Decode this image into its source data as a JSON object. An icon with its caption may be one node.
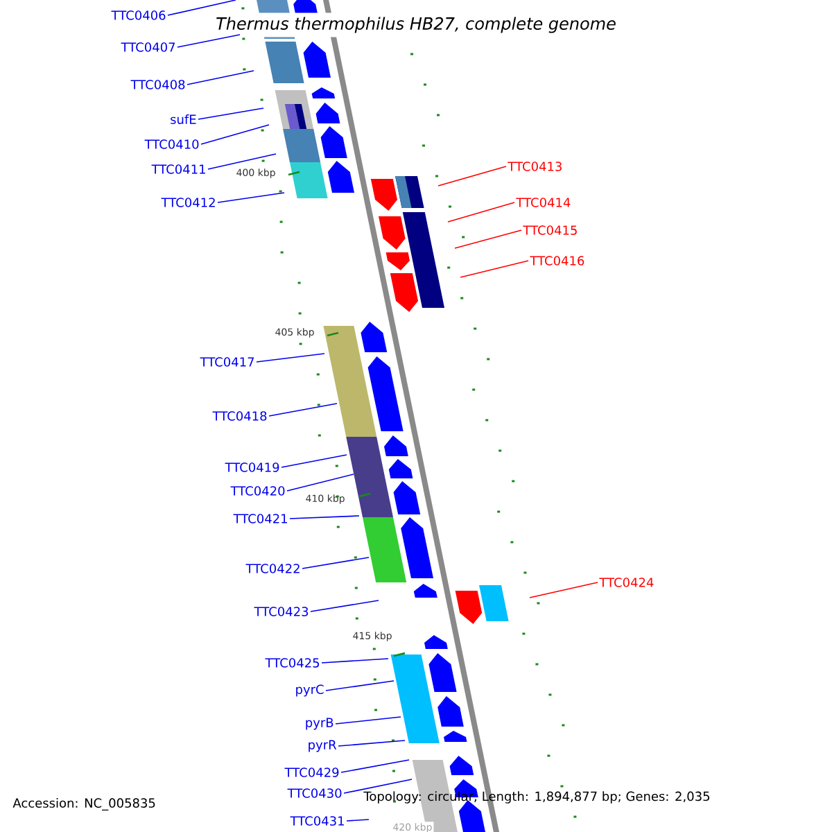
{
  "diagram": {
    "title": "Thermus thermophilus HB27, complete genome",
    "nodes": [
      {
        "text": [
          "TTC0406"
        ]
      },
      {
        "text": [
          "TTC0407"
        ]
      },
      {
        "text": [
          "TTC0408"
        ]
      },
      {
        "text": [
          "sufE"
        ]
      },
      {
        "text": [
          "TTC0410"
        ]
      },
      {
        "text": [
          "TTC0411"
        ]
      },
      {
        "text": [
          "TTC0412"
        ]
      },
      {
        "text": [
          "TTC0413"
        ]
      },
      {
        "text": [
          "TTC0414"
        ]
      },
      {
        "text": [
          "TTC0415"
        ]
      },
      {
        "text": [
          "TTC0416"
        ]
      },
      {
        "text": [
          "TTC0417"
        ]
      },
      {
        "text": [
          "TTC0418"
        ]
      },
      {
        "text": [
          "TTC0419"
        ]
      },
      {
        "text": [
          "TTC0420"
        ]
      },
      {
        "text": [
          "TTC0421"
        ]
      },
      {
        "text": [
          "TTC0422"
        ]
      },
      {
        "text": [
          "TTC0423"
        ]
      },
      {
        "text": [
          "TTC0424"
        ]
      },
      {
        "text": [
          "TTC0425"
        ]
      },
      {
        "text": [
          "pyrC"
        ]
      },
      {
        "text": [
          "pyrB"
        ]
      },
      {
        "text": [
          "pyrR"
        ]
      },
      {
        "text": [
          "TTC0429"
        ]
      },
      {
        "text": [
          "TTC0430"
        ]
      },
      {
        "text": [
          "TTC0431"
        ]
      }
    ],
    "edges": [
      {
        "from": 0,
        "to": null,
        "arrow": "none"
      },
      {
        "from": 1,
        "to": null,
        "arrow": "none"
      },
      {
        "from": 2,
        "to": null,
        "arrow": "none"
      },
      {
        "from": 3,
        "to": null,
        "arrow": "none"
      },
      {
        "from": 4,
        "to": null,
        "arrow": "none"
      },
      {
        "from": 5,
        "to": null,
        "arrow": "none"
      },
      {
        "from": 6,
        "to": null,
        "arrow": "none"
      },
      {
        "from": 7,
        "to": null,
        "arrow": "none",
        "color": "#ff0000"
      },
      {
        "from": 8,
        "to": null,
        "arrow": "none",
        "color": "#ff0000"
      },
      {
        "from": 9,
        "to": null,
        "arrow": "none",
        "color": "#ff0000"
      },
      {
        "from": 10,
        "to": null,
        "arrow": "none",
        "color": "#ff0000"
      },
      {
        "from": 11,
        "to": null,
        "arrow": "none"
      },
      {
        "from": 12,
        "to": null,
        "arrow": "none"
      },
      {
        "from": 13,
        "to": null,
        "arrow": "none"
      },
      {
        "from": 14,
        "to": null,
        "arrow": "none"
      },
      {
        "from": 15,
        "to": null,
        "arrow": "none"
      },
      {
        "from": 16,
        "to": null,
        "arrow": "none"
      },
      {
        "from": 17,
        "to": null,
        "arrow": "none"
      },
      {
        "from": 18,
        "to": null,
        "arrow": "none",
        "color": "#ff0000"
      },
      {
        "from": 19,
        "to": null,
        "arrow": "none"
      },
      {
        "from": 20,
        "to": null,
        "arrow": "none"
      },
      {
        "from": 21,
        "to": null,
        "arrow": "none"
      },
      {
        "from": 22,
        "to": null,
        "arrow": "none"
      },
      {
        "from": 23,
        "to": null,
        "arrow": "none"
      },
      {
        "from": 24,
        "to": null,
        "arrow": "none"
      },
      {
        "from": 25,
        "to": null,
        "arrow": "none"
      }
    ],
    "labels": [
      "400 kbp",
      "405 kbp",
      "410 kbp",
      "415 kbp",
      "420 kbp",
      "Accession: NC_005835",
      "Topology: circular; Length: 1,894,877 bp; Genes: 2,035"
    ]
  }
}
